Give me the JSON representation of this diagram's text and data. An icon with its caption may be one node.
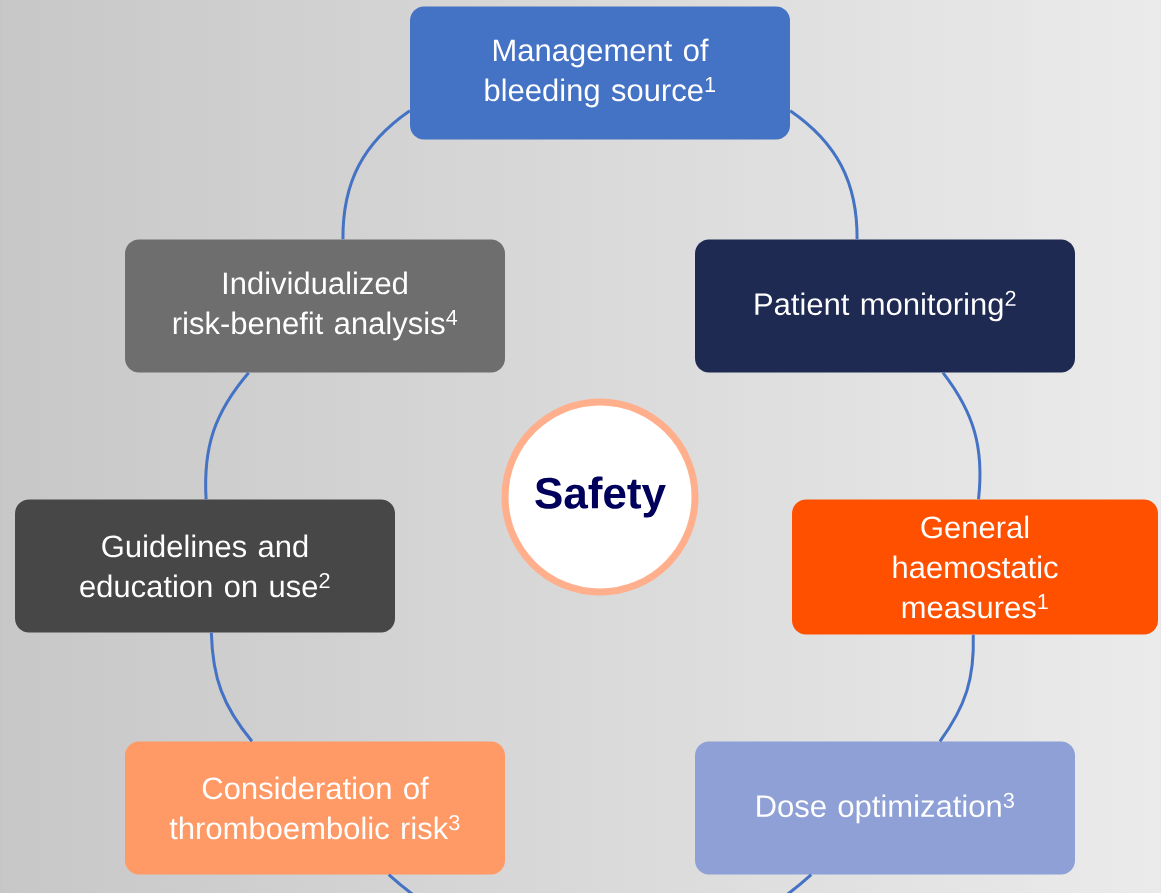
{
  "diagram": {
    "nodes": [
      {
        "text": [
          "Management of bleeding source$^{1}$"
        ]
      },
      {
        "text": [
          "Patient monitoring$^{2}$"
        ]
      },
      {
        "text": [
          "General haemostatic measures$^{1}$"
        ]
      },
      {
        "text": [
          "Dose optimization$^{3}$"
        ]
      },
      {
        "text": [
          "Consideration of thromboembolic risk$^{3}$"
        ]
      },
      {
        "text": [
          "Guidelines and education on use$^{2}$"
        ]
      },
      {
        "text": [
          "Individualized risk-benefit analysis$^{4}$"
        ]
      },
      {
        "text": [
          "Safety"
        ]
      }
    ],
    "edges": [
      {
        "from": 0,
        "to": 1,
        "arrow": "none"
      },
      {
        "from": 1,
        "to": 2,
        "arrow": "none"
      },
      {
        "from": 2,
        "to": 3,
        "arrow": "none"
      },
      {
        "from": 3,
        "to": 4,
        "arrow": "none"
      },
      {
        "from": 4,
        "to": 5,
        "arrow": "none"
      },
      {
        "from": 5,
        "to": 6,
        "arrow": "none"
      },
      {
        "from": 6,
        "to": 0,
        "arrow": "none"
      }
    ]
  }
}
